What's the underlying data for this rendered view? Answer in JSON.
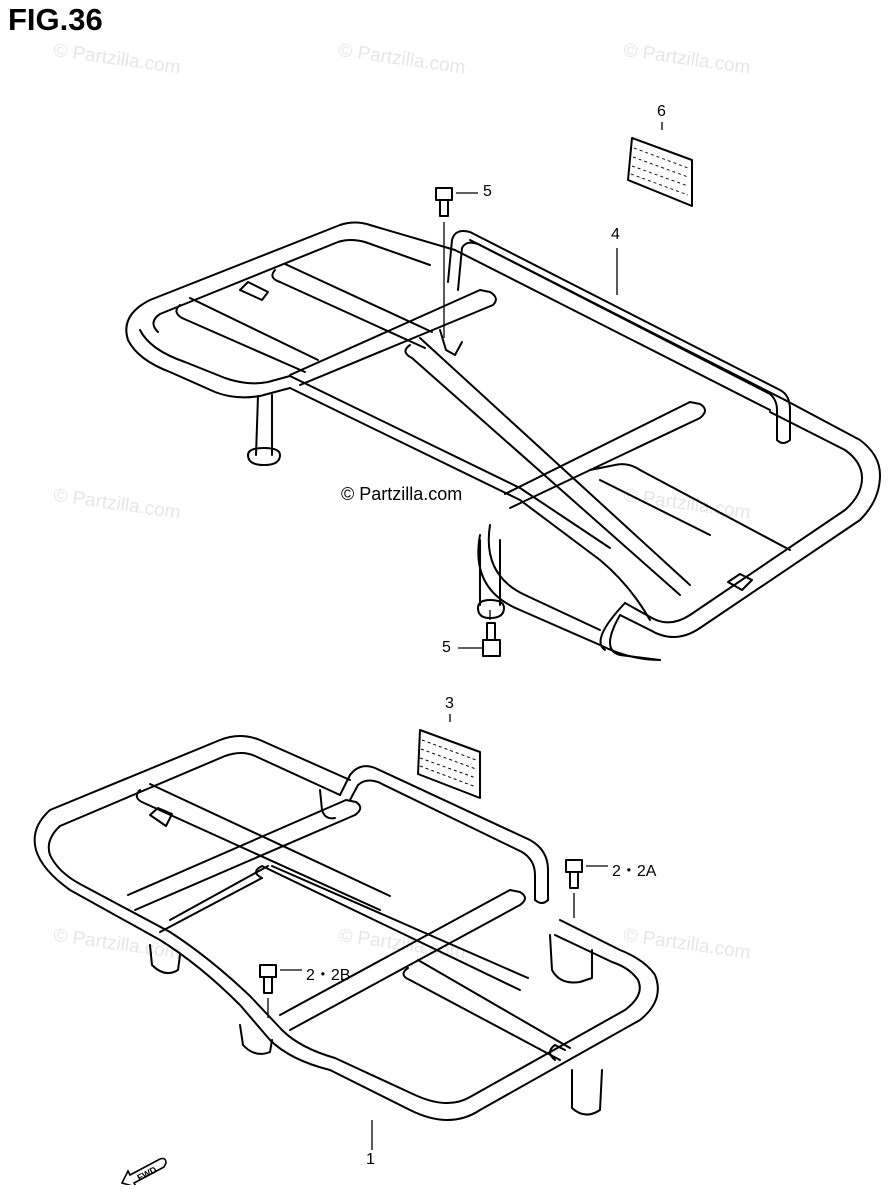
{
  "figure": {
    "title": "FIG.36"
  },
  "watermarks": {
    "text": "© Partzilla.com",
    "center_text": "© Partzilla.com"
  },
  "callouts": {
    "c1": "1",
    "c2a": "2・2A",
    "c2b": "2・2B",
    "c3": "3",
    "c4": "4",
    "c5_top": "5",
    "c5_bottom": "5",
    "c6": "6"
  },
  "forward_arrow": {
    "label": "FWD"
  }
}
